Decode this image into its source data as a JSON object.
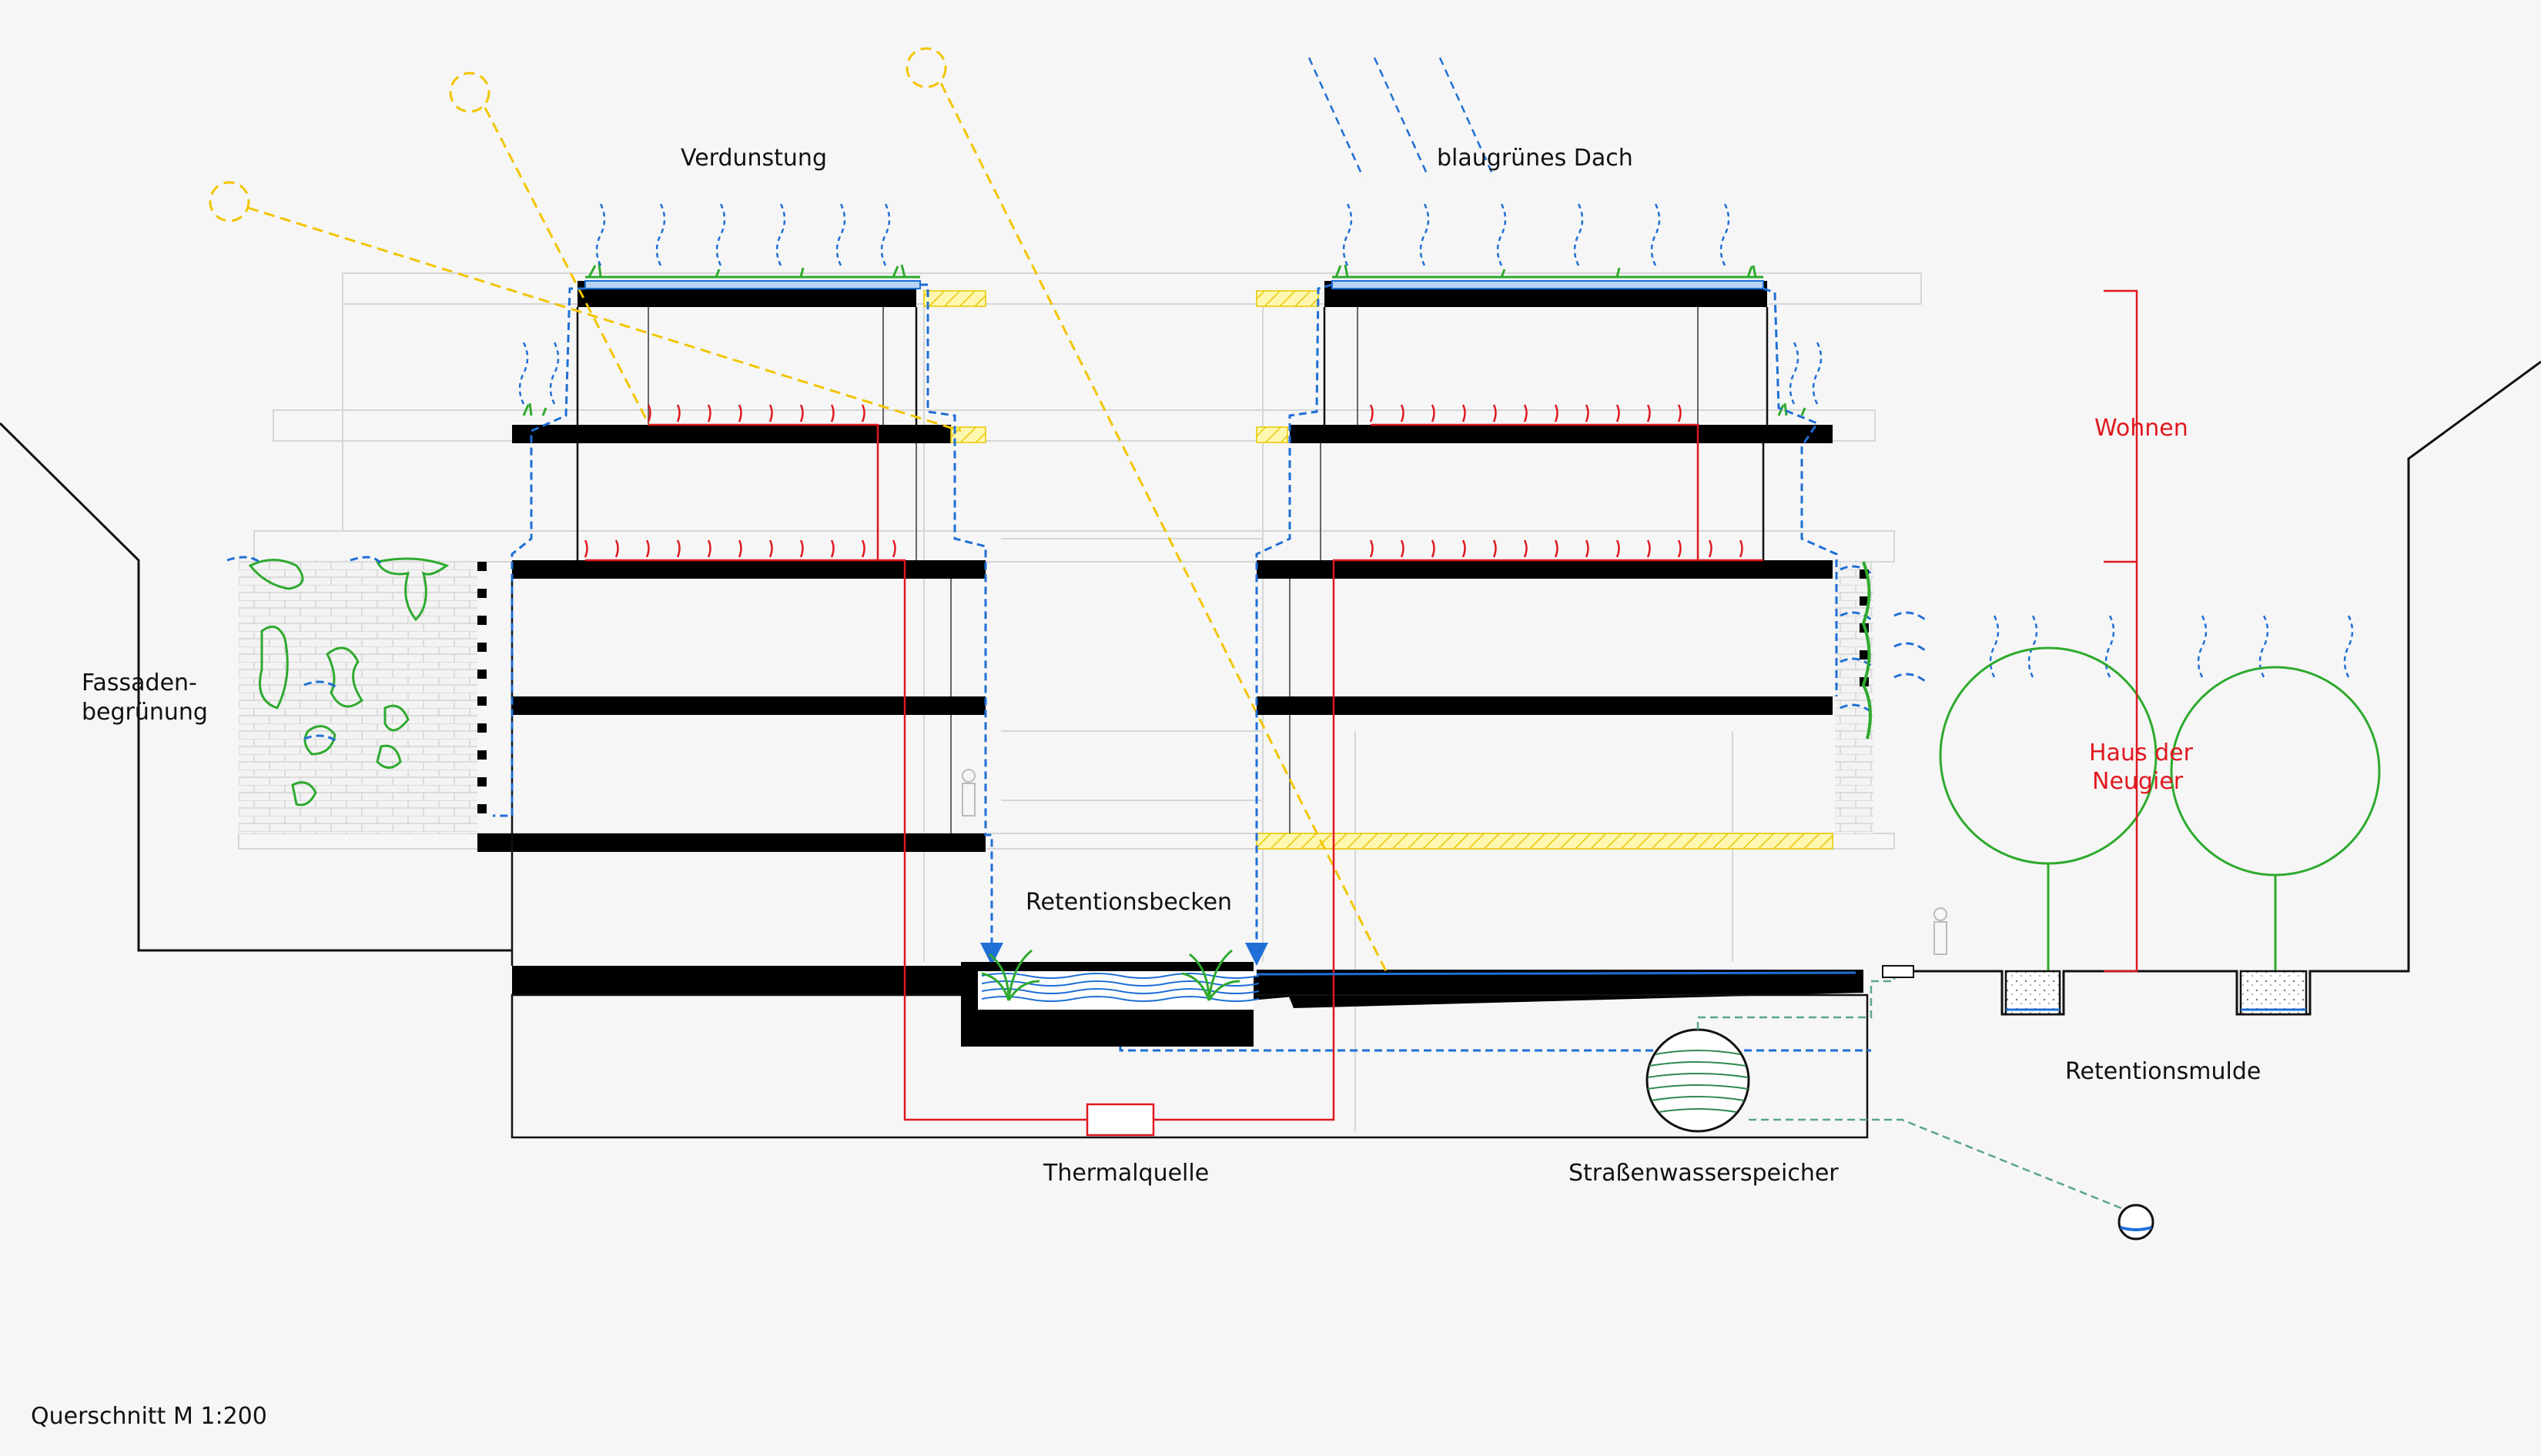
{
  "labels": {
    "verdunstung": "Verdunstung",
    "blaugruenes_dach": "blaugrünes Dach",
    "fassade_1": "Fassaden-",
    "fassade_2": "begrünung",
    "retentionsbecken": "Retentionsbecken",
    "thermalquelle": "Thermalquelle",
    "strassenwasserspeicher": "Straßenwasserspeicher",
    "retentionsmulde": "Retentionsmulde",
    "wohnen": "Wohnen",
    "haus_1": "Haus der",
    "haus_2": "Neugier",
    "caption": "Querschnitt M 1:200"
  },
  "colors": {
    "water": "#1f6fd6",
    "heat": "#e0181f",
    "sun": "#f2c500",
    "green": "#2eaa2e",
    "structure": "#000000",
    "label_red": "#e0181f"
  }
}
